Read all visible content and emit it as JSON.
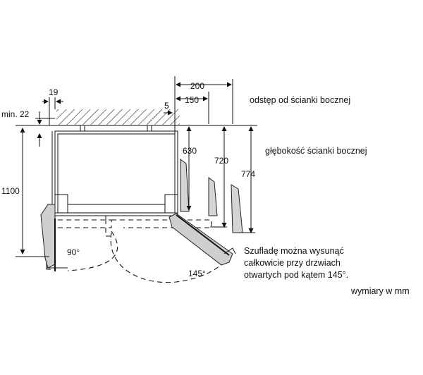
{
  "labels": {
    "dim_19": "19",
    "dim_min22": "min. 22",
    "dim_5": "5",
    "dim_150": "150",
    "dim_200": "200",
    "dim_630": "630",
    "dim_720": "720",
    "dim_774": "774",
    "dim_1100": "1100",
    "angle_90": "90°",
    "angle_145": "145°",
    "side_wall_gap": "odstęp od ścianki bocznej",
    "side_wall_depth": "głębokość ścianki bocznej",
    "drawer_note_line1": "Szufladę można wysunąć",
    "drawer_note_line2": "całkowicie przy drzwiach",
    "drawer_note_line3": "otwartych pod kątem 145°.",
    "units": "wymiary w mm"
  },
  "colors": {
    "line": "#111111",
    "door_fill": "#cfcfcf"
  }
}
